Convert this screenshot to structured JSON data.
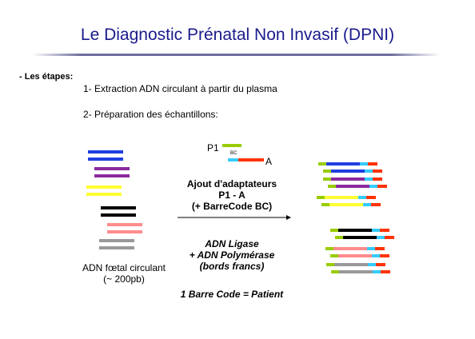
{
  "slide": {
    "title": "Le Diagnostic Prénatal Non Invasif (DPNI)",
    "steps_heading": "- Les étapes:",
    "step1": "1- Extraction ADN circulant à partir du plasma",
    "step2": "2- Préparation des échantillons:"
  },
  "diagram": {
    "adapter_labels": {
      "p1": "P1",
      "bc": "BC",
      "a": "A"
    },
    "process_title": [
      "Ajout d'adaptateurs",
      "P1 - A",
      "(+ BarreCode BC)"
    ],
    "enzymes": [
      "ADN Ligase",
      "+ ADN Polymérase",
      "(bords francs)"
    ],
    "barcode_rule": "1 Barre Code = Patient",
    "fragment_label": [
      "ADN fœtal circulant",
      "(~ 200pb)"
    ]
  },
  "colors": {
    "title": "#1a1a8c",
    "p1_adapter": "#99cc00",
    "barcode": "#33ccff",
    "a_adapter": "#ff3300",
    "fragments": [
      "#1f3fe0",
      "#8b2a9e",
      "#ffff33",
      "#000000",
      "#ff8c8c",
      "#999999"
    ]
  }
}
